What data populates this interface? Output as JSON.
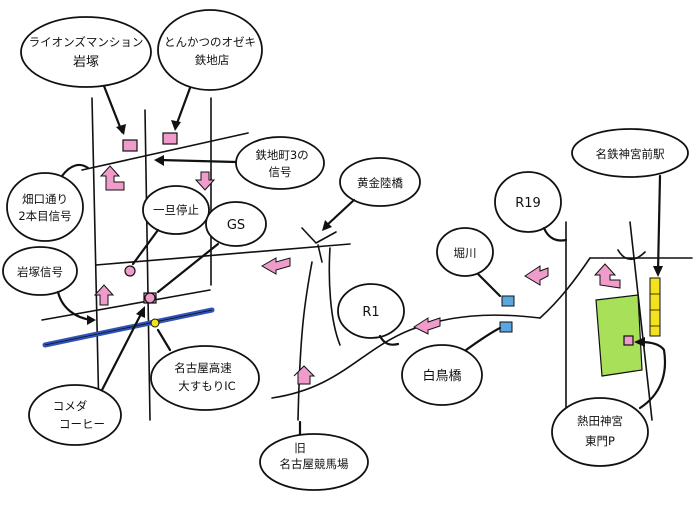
{
  "map": {
    "labels": {
      "lion_mansion_line1": "ライオンズマンション",
      "lion_mansion_line2": "岩塚",
      "tonkatsu_line1": "とんかつのオゼキ",
      "tonkatsu_line2": "鉄地店",
      "hosoguchi_line1": "畑口通り",
      "hosoguchi_line2": "2本目信号",
      "teishi": "一旦停止",
      "gs": "GS",
      "tetchi_signal_line1": "鉄地町3の",
      "tetchi_signal_line2": "信号",
      "iwatsuka_signal": "岩塚信号",
      "koganebashi": "黄金陸橋",
      "r19": "R19",
      "meitetsu_line1": "名鉄神宮前駅",
      "horikawa": "堀川",
      "r1": "R1",
      "komeda_line1": "コメダ",
      "komeda_line2": "コーヒー",
      "kosoku_line1": "名古屋高速",
      "kosoku_line2": "大すもりIC",
      "shiratori": "白鳥橋",
      "keibajo_small": "旧",
      "keibajo": "名古屋競馬場",
      "atsuta_line1": "熱田神宮",
      "atsuta_line2": "東門P"
    }
  },
  "colors": {
    "marker_pink": "#f09ccb",
    "expressway_blue": "#2f53b8",
    "ic_yellow": "#f3e21c",
    "park_green": "#a8e05a",
    "railway_yellow": "#f3e21c"
  }
}
